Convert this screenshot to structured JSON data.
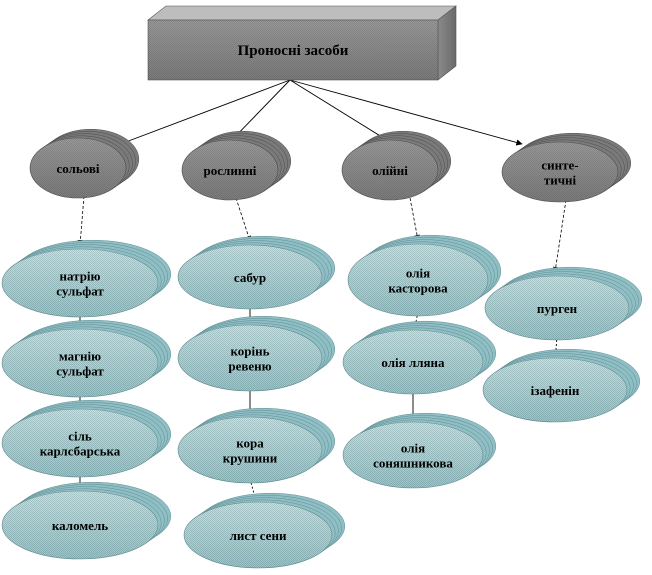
{
  "root": {
    "label": "Проносні засоби"
  },
  "categories": [
    {
      "label": [
        "сольові"
      ]
    },
    {
      "label": [
        "рослинні"
      ]
    },
    {
      "label": [
        "олійні"
      ]
    },
    {
      "label": [
        "синте-",
        "тичні"
      ]
    }
  ],
  "items": [
    {
      "category": 0,
      "label": [
        "натрію",
        "сульфат"
      ]
    },
    {
      "category": 0,
      "label": [
        "магнію",
        "сульфат"
      ]
    },
    {
      "category": 0,
      "label": [
        "сіль",
        "карлсбарська"
      ]
    },
    {
      "category": 0,
      "label": [
        "каломель"
      ]
    },
    {
      "category": 1,
      "label": [
        "сабур"
      ]
    },
    {
      "category": 1,
      "label": [
        "корінь",
        "ревеню"
      ]
    },
    {
      "category": 1,
      "label": [
        "кора",
        "крушини"
      ]
    },
    {
      "category": 1,
      "label": [
        "лист сени"
      ]
    },
    {
      "category": 2,
      "label": [
        "олія",
        "касторова"
      ]
    },
    {
      "category": 2,
      "label": [
        "олія лляна"
      ]
    },
    {
      "category": 2,
      "label": [
        "олія",
        "соняшникова"
      ]
    },
    {
      "category": 3,
      "label": [
        "пурген"
      ]
    },
    {
      "category": 3,
      "label": [
        "ізафенін"
      ]
    }
  ],
  "colors": {
    "root_fill": "#8c8c8c",
    "category_fill": "#8f8f8f",
    "item_fill": "#a9d2d6",
    "line": "#000000"
  }
}
